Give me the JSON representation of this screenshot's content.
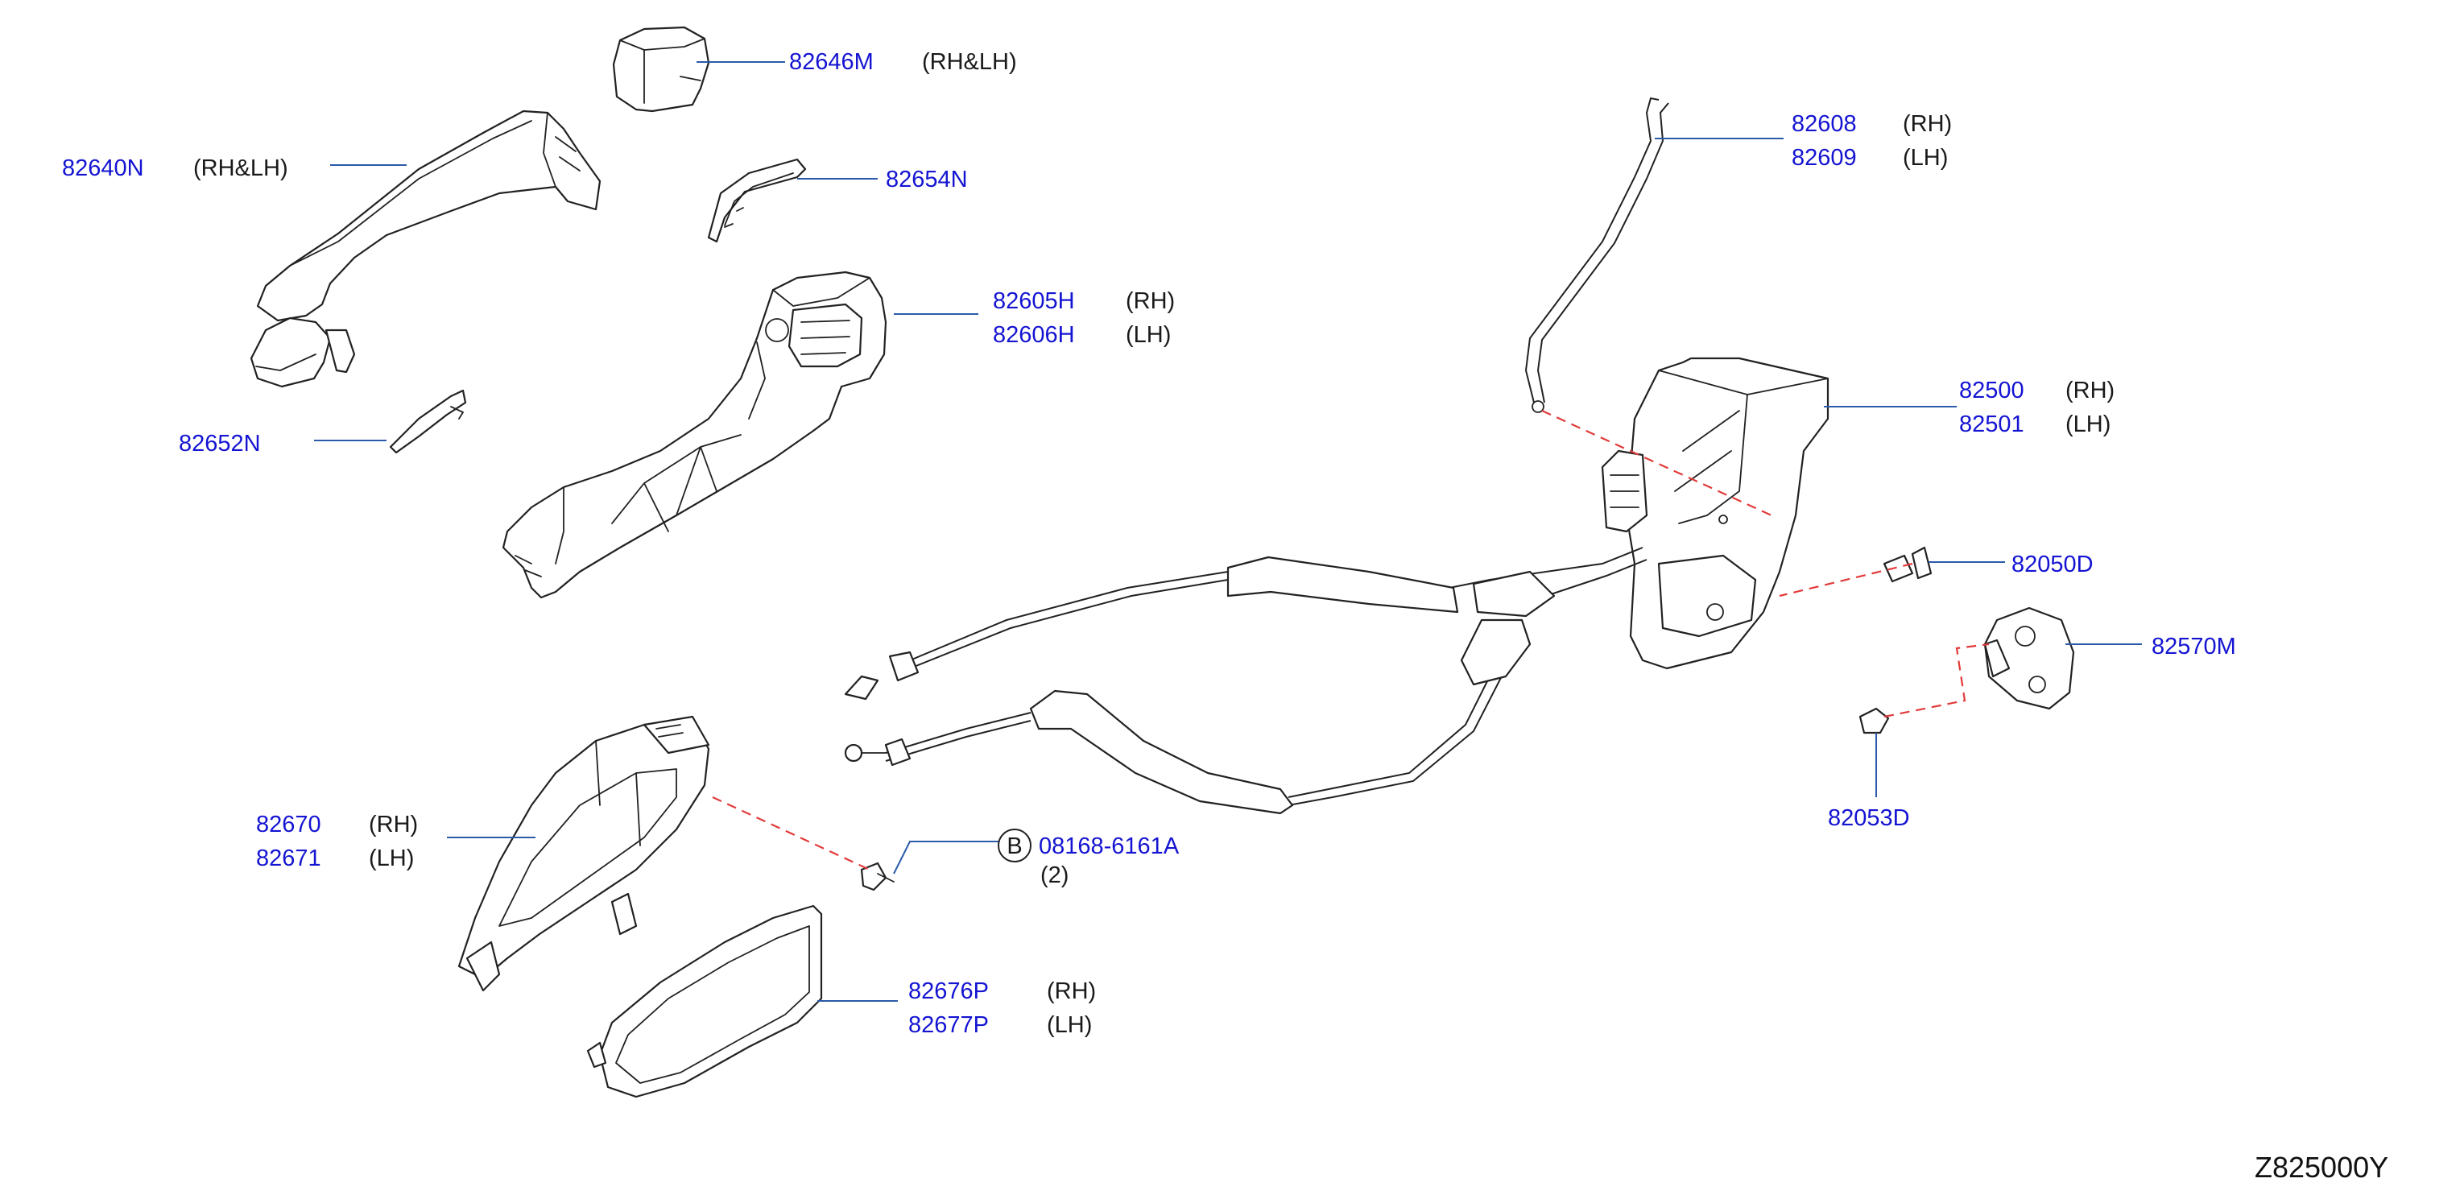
{
  "diagram_code": "Z825000Y",
  "callouts": [
    {
      "id": "82646m",
      "lines": [
        {
          "pn": "82646M",
          "note": "(RH&LH)"
        }
      ]
    },
    {
      "id": "82640n",
      "lines": [
        {
          "pn": "82640N",
          "note": "(RH&LH)"
        }
      ]
    },
    {
      "id": "82654n",
      "lines": [
        {
          "pn": "82654N"
        }
      ]
    },
    {
      "id": "82605h",
      "lines": [
        {
          "pn": "82605H",
          "note": "(RH)"
        },
        {
          "pn": "82606H",
          "note": "(LH)"
        }
      ]
    },
    {
      "id": "82652n",
      "lines": [
        {
          "pn": "82652N"
        }
      ]
    },
    {
      "id": "82608",
      "lines": [
        {
          "pn": "82608",
          "note": "(RH)"
        },
        {
          "pn": "82609",
          "note": "(LH)"
        }
      ]
    },
    {
      "id": "82500",
      "lines": [
        {
          "pn": "82500",
          "note": "(RH)"
        },
        {
          "pn": "82501",
          "note": "(LH)"
        }
      ]
    },
    {
      "id": "82050d",
      "lines": [
        {
          "pn": "82050D"
        }
      ]
    },
    {
      "id": "82570m",
      "lines": [
        {
          "pn": "82570M"
        }
      ]
    },
    {
      "id": "82053d",
      "lines": [
        {
          "pn": "82053D"
        }
      ]
    },
    {
      "id": "82670",
      "lines": [
        {
          "pn": "82670",
          "note": "(RH)"
        },
        {
          "pn": "82671",
          "note": "(LH)"
        }
      ]
    },
    {
      "id": "bolt",
      "badge": "B",
      "lines": [
        {
          "pn": "08168-6161A"
        }
      ],
      "qty": "(2)"
    },
    {
      "id": "82676p",
      "lines": [
        {
          "pn": "82676P",
          "note": "(RH)"
        },
        {
          "pn": "82677P",
          "note": "(LH)"
        }
      ]
    }
  ],
  "colors": {
    "part_number": "#1414d2",
    "leader": "#2b5aa8",
    "reference_dash": "#e23a3a",
    "outline": "#222222"
  }
}
